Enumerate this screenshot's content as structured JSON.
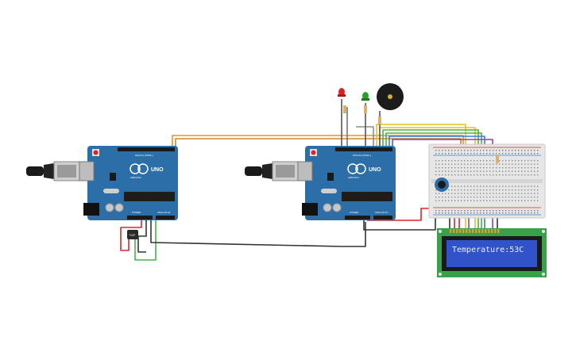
{
  "boards": [
    {
      "id": "arduino-left",
      "logo": "UNO",
      "brand": "ARDUINO",
      "digital": "DIGITAL (PWM~)",
      "power": "POWER",
      "analog": "ANALOG IN"
    },
    {
      "id": "arduino-right",
      "logo": "UNO",
      "brand": "ARDUINO",
      "digital": "DIGITAL (PWM~)",
      "power": "POWER",
      "analog": "ANALOG IN"
    }
  ],
  "sensor": {
    "label": "TMP"
  },
  "lcd": {
    "text": "Temperature:53C"
  },
  "colors": {
    "board": "#2b6ea8",
    "wire_orange": "#e8912a",
    "wire_yellow": "#e3c41f",
    "wire_green": "#49b34a",
    "wire_blue": "#3a7fd6",
    "wire_purple": "#8e3fc0",
    "wire_red": "#d8262b",
    "wire_black": "#333333",
    "lcd_screen": "#3152c8",
    "lcd_pcb": "#3aa14a"
  }
}
